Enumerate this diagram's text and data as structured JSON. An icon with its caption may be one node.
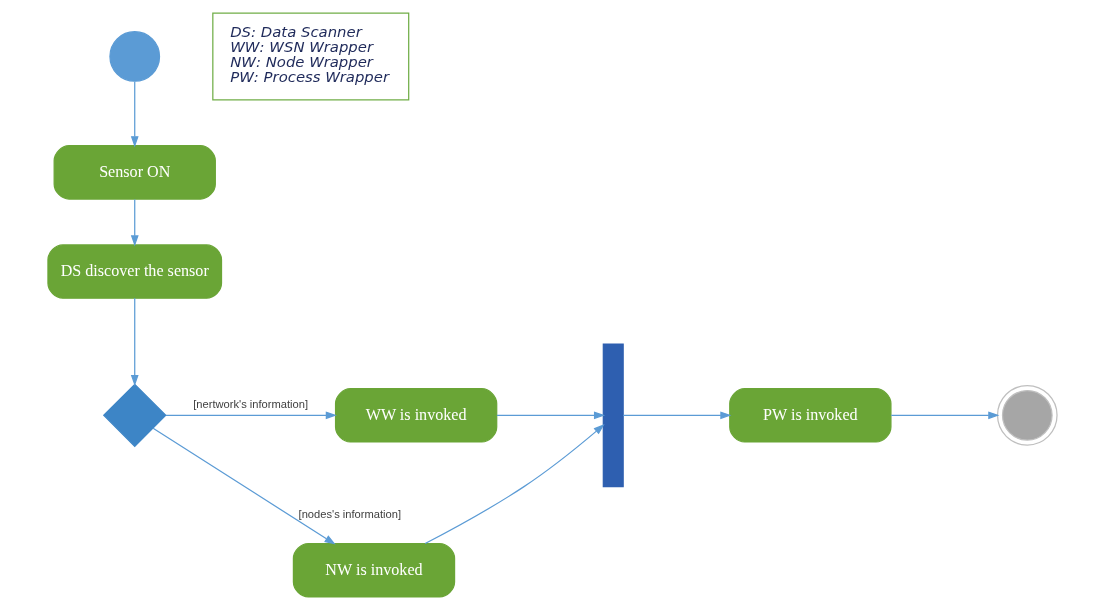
{
  "diagram": {
    "nodes": [
      {
        "text": [],
        "shape": "circle"
      },
      {
        "text": [
          "Sensor ON"
        ]
      },
      {
        "text": [
          "DS discover the sensor"
        ]
      },
      {
        "text": [],
        "shape": "diamond"
      },
      {
        "text": [
          "WW is invoked"
        ]
      },
      {
        "text": [
          "NW is invoked"
        ]
      },
      {
        "text": [],
        "shape": "bar"
      },
      {
        "text": [
          "PW is invoked"
        ]
      },
      {
        "text": [],
        "shape": "circle"
      },
      {
        "text": [
          "DS: Data Scanner",
          "WW: WSN Wrapper",
          "NW: Node Wrapper",
          "PW: Process Wrapper"
        ]
      }
    ],
    "edges": [
      {
        "from": 0,
        "to": 1,
        "arrow": "to"
      },
      {
        "from": 1,
        "to": 2,
        "arrow": "to"
      },
      {
        "from": 2,
        "to": 3,
        "arrow": "to"
      },
      {
        "from": 3,
        "to": 4,
        "arrow": "to",
        "label": "[nertwork's information]"
      },
      {
        "from": 3,
        "to": 5,
        "arrow": "to",
        "label": "[nodes's information]"
      },
      {
        "from": 4,
        "to": 6,
        "arrow": "to"
      },
      {
        "from": 5,
        "to": 6,
        "arrow": "to"
      },
      {
        "from": 6,
        "to": 7,
        "arrow": "to"
      },
      {
        "from": 7,
        "to": 8,
        "arrow": "to"
      }
    ]
  }
}
